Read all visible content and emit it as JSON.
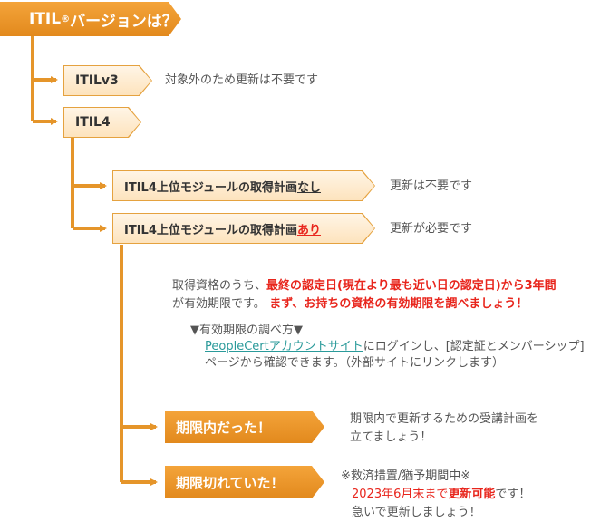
{
  "title": {
    "text": "ITIL",
    "sup": "®",
    "rest": "バージョンは？"
  },
  "nodes": {
    "itilv3": "ITILv3",
    "itil4": "ITIL4",
    "plan_none_prefix": "ITIL4上位モジュールの取得計画",
    "plan_none_suffix": "なし",
    "plan_yes_prefix": "ITIL4上位モジュールの取得計画",
    "plan_yes_suffix": "あり",
    "within": "期限内だった！",
    "expired": "期限切れていた！"
  },
  "notes": {
    "itilv3": "対象外のため更新は不要です",
    "plan_none": "更新は不要です",
    "plan_yes": "更新が必要です",
    "validity_a": "取得資格のうち、",
    "validity_b": "最終の認定日(現在より最も近い日の認定日)から3年間",
    "validity_c": "が有効期限です。",
    "validity_d": " まず、お持ちの資格の有効期限を調べましょう！",
    "howto_title": "▼有効期限の調べ方▼",
    "howto_link": "PeopleCertアカウントサイト",
    "howto_rest1": "にログインし、[認定証とメンバーシップ]",
    "howto_rest2": "ページから確認できます。（外部サイトにリンクします）",
    "within_1": "期限内で更新するための受講計画を",
    "within_2": "立てましょう！",
    "expired_1": "※救済措置/猶予期間中※",
    "expired_2a": "2023年6月末まで",
    "expired_2b": "更新可能",
    "expired_2c": "です！",
    "expired_3": "急いで更新しましょう！"
  },
  "colors": {
    "accent": "#e8951f",
    "connector": "#e5952a",
    "highlight": "#e8251c",
    "link": "#2a9a9a"
  }
}
